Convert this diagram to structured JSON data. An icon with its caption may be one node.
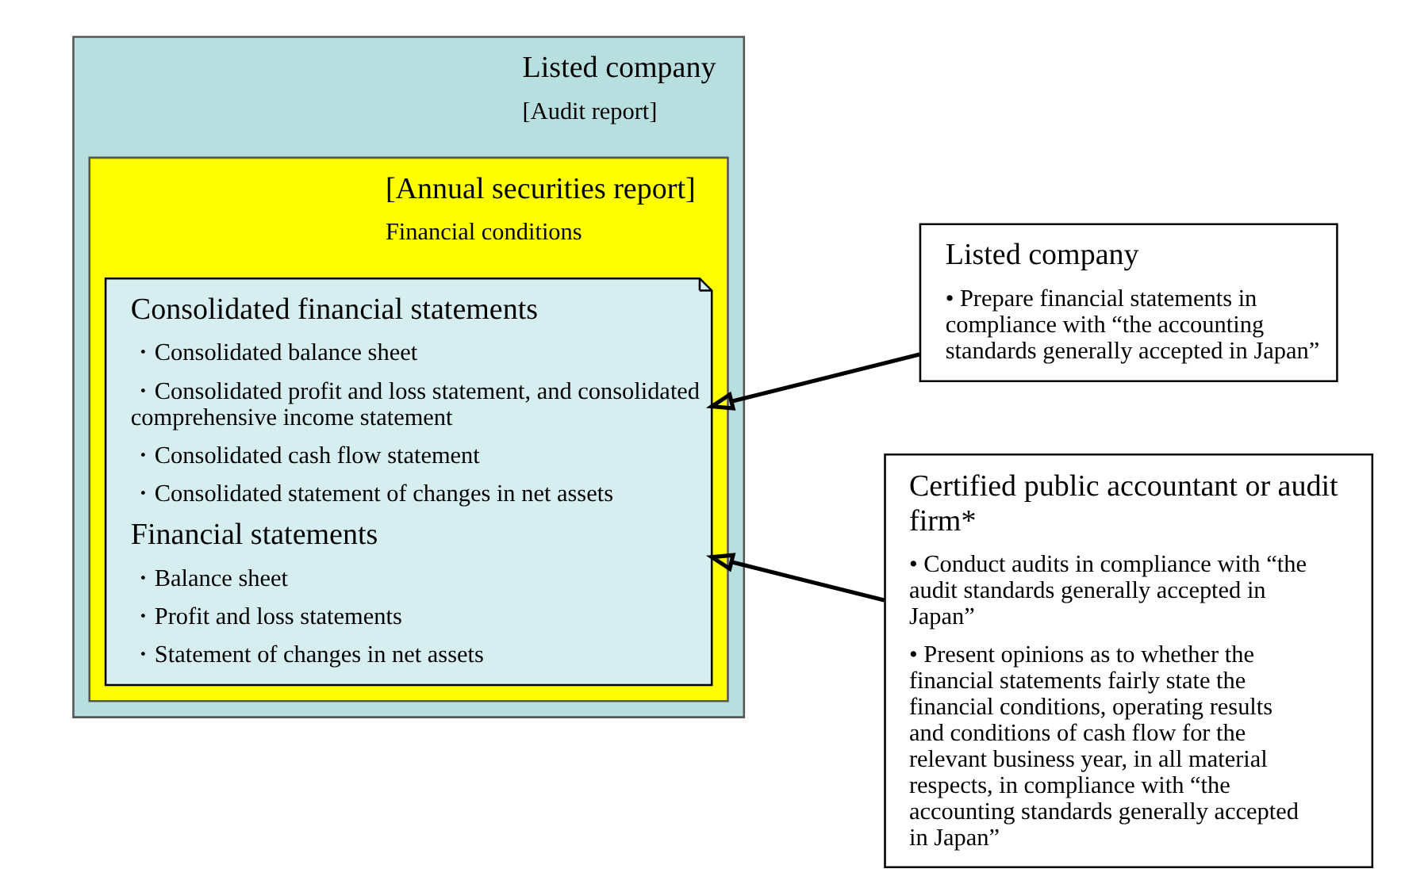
{
  "diagram": {
    "nodes": [
      {
        "text": [
          "Listed company",
          "[Audit report]"
        ]
      },
      {
        "text": [
          "[Annual securities report]",
          "Financial conditions"
        ],
        "in": 0
      },
      {
        "text": [
          "Consolidated financial statements",
          "・Consolidated balance sheet",
          "・Consolidated profit and loss statement, and consolidated comprehensive income statement",
          "・Consolidated cash flow statement",
          "・Consolidated statement of changes in net assets",
          "Financial statements",
          "・Balance sheet",
          "・Profit and loss statements",
          "・Statement of changes in net assets"
        ],
        "in": 1
      },
      {
        "text": [
          "Listed company",
          "• Prepare financial statements in compliance with “the accounting standards generally accepted in Japan”"
        ]
      },
      {
        "text": [
          "Certified public accountant or audit firm*",
          "• Conduct audits in compliance with “the audit standards generally accepted in Japan”",
          "• Present opinions as to whether the financial statements fairly state the financial conditions, operating results and conditions of cash flow for the relevant business year, in all material respects, in compliance with “the accounting standards generally accepted in Japan”"
        ]
      }
    ],
    "edges": [
      {
        "from": 3,
        "to": 2,
        "arrow": "to"
      },
      {
        "from": 4,
        "to": 2,
        "arrow": "to"
      }
    ]
  }
}
